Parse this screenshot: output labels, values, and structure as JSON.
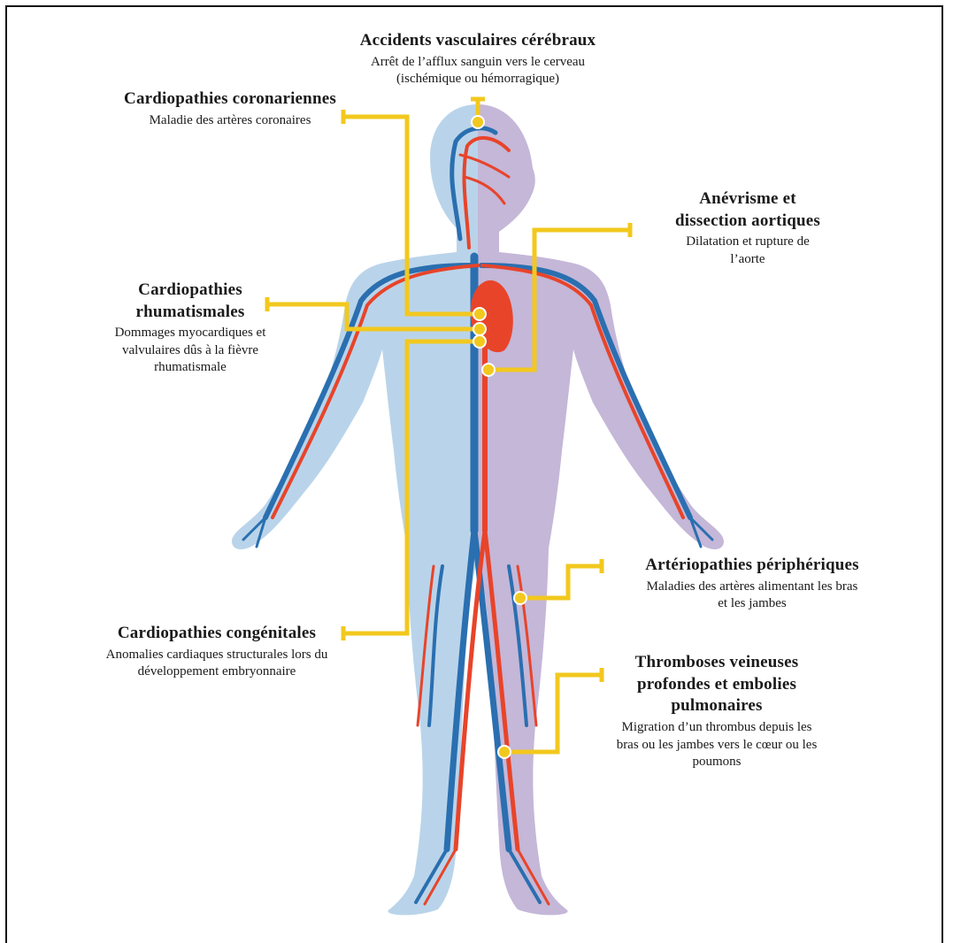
{
  "labels": {
    "stroke": {
      "title": "Accidents vasculaires cérébraux",
      "desc": "Arrêt de l’afflux sanguin vers le cerveau\n(ischémique ou hémorragique)"
    },
    "coronary": {
      "title": "Cardiopathies coronariennes",
      "desc": "Maladie des artères coronaires"
    },
    "aortic": {
      "title": "Anévrisme et\ndissection aortiques",
      "desc": "Dilatation et rupture de\nl’aorte"
    },
    "rheumatic": {
      "title": "Cardiopathies\nrhumatismales",
      "desc": "Dommages myocardiques et\nvalvulaires dûs à la fièvre\nrhumatismale"
    },
    "peripheral": {
      "title": "Artériopathies périphériques",
      "desc": "Maladies des artères alimentant les bras\net les jambes"
    },
    "congenital": {
      "title": "Cardiopathies congénitales",
      "desc": "Anomalies cardiaques structurales lors du\ndéveloppement embryonnaire"
    },
    "thrombosis": {
      "title": "Thromboses veineuses\nprofondes et embolies\npulmonaires",
      "desc": "Migration d’un thrombus depuis les\nbras ou les jambes vers le cœur ou les\npoumons"
    }
  },
  "colors": {
    "connector": "#f2c81e",
    "artery": "#e8442a",
    "vein": "#2a6fb0",
    "body_left": "#b9d4ea",
    "body_right": "#c4b7d8"
  }
}
